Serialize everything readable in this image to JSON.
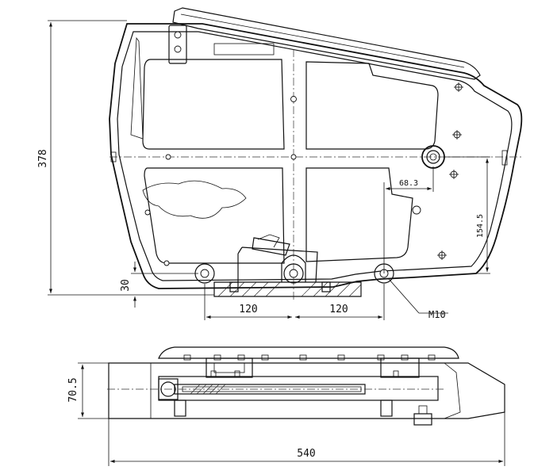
{
  "drawing": {
    "dimensions": {
      "height_378": "378",
      "offset_30": "30",
      "left_120": "120",
      "right_120": "120",
      "offset_68_3": "68.3",
      "height_154_5": "154.5",
      "thread_m10": "M10",
      "height_70_5": "70.5",
      "width_540": "540"
    }
  }
}
